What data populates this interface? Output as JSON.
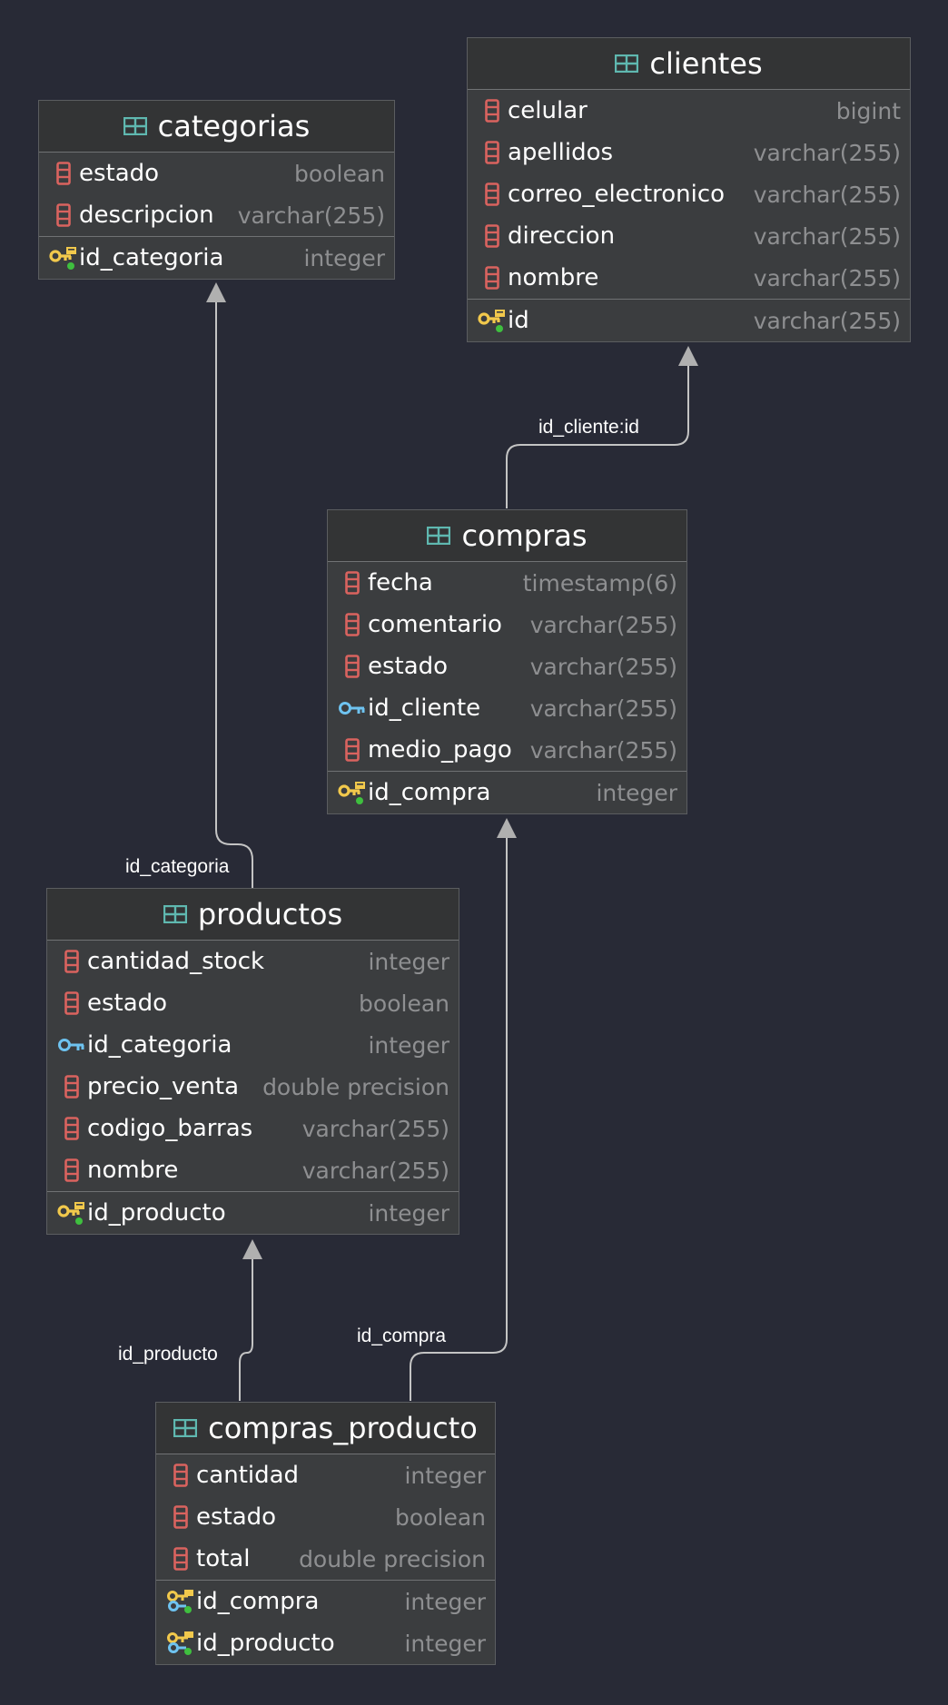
{
  "tables": {
    "categorias": {
      "name": "categorias",
      "columns": [
        {
          "name": "estado",
          "type": "boolean",
          "icon": "column-icon"
        },
        {
          "name": "descripcion",
          "type": "varchar(255)",
          "icon": "column-icon"
        }
      ],
      "keys": [
        {
          "name": "id_categoria",
          "type": "integer",
          "icon": "primary-key-icon"
        }
      ]
    },
    "clientes": {
      "name": "clientes",
      "columns": [
        {
          "name": "celular",
          "type": "bigint",
          "icon": "column-icon"
        },
        {
          "name": "apellidos",
          "type": "varchar(255)",
          "icon": "column-icon"
        },
        {
          "name": "correo_electronico",
          "type": "varchar(255)",
          "icon": "column-icon"
        },
        {
          "name": "direccion",
          "type": "varchar(255)",
          "icon": "column-icon"
        },
        {
          "name": "nombre",
          "type": "varchar(255)",
          "icon": "column-icon"
        }
      ],
      "keys": [
        {
          "name": "id",
          "type": "varchar(255)",
          "icon": "primary-key-icon"
        }
      ]
    },
    "compras": {
      "name": "compras",
      "columns": [
        {
          "name": "fecha",
          "type": "timestamp(6)",
          "icon": "column-icon"
        },
        {
          "name": "comentario",
          "type": "varchar(255)",
          "icon": "column-icon"
        },
        {
          "name": "estado",
          "type": "varchar(255)",
          "icon": "column-icon"
        },
        {
          "name": "id_cliente",
          "type": "varchar(255)",
          "icon": "foreign-key-icon"
        },
        {
          "name": "medio_pago",
          "type": "varchar(255)",
          "icon": "column-icon"
        }
      ],
      "keys": [
        {
          "name": "id_compra",
          "type": "integer",
          "icon": "primary-key-icon"
        }
      ]
    },
    "productos": {
      "name": "productos",
      "columns": [
        {
          "name": "cantidad_stock",
          "type": "integer",
          "icon": "column-icon"
        },
        {
          "name": "estado",
          "type": "boolean",
          "icon": "column-icon"
        },
        {
          "name": "id_categoria",
          "type": "integer",
          "icon": "foreign-key-icon"
        },
        {
          "name": "precio_venta",
          "type": "double precision",
          "icon": "column-icon"
        },
        {
          "name": "codigo_barras",
          "type": "varchar(255)",
          "icon": "column-icon"
        },
        {
          "name": "nombre",
          "type": "varchar(255)",
          "icon": "column-icon"
        }
      ],
      "keys": [
        {
          "name": "id_producto",
          "type": "integer",
          "icon": "primary-key-icon"
        }
      ]
    },
    "compras_producto": {
      "name": "compras_producto",
      "columns": [
        {
          "name": "cantidad",
          "type": "integer",
          "icon": "column-icon"
        },
        {
          "name": "estado",
          "type": "boolean",
          "icon": "column-icon"
        },
        {
          "name": "total",
          "type": "double precision",
          "icon": "column-icon"
        }
      ],
      "keys": [
        {
          "name": "id_compra",
          "type": "integer",
          "icon": "primary-foreign-key-icon"
        },
        {
          "name": "id_producto",
          "type": "integer",
          "icon": "primary-foreign-key-icon"
        }
      ]
    }
  },
  "relations": {
    "compras_clientes": "id_cliente:id",
    "productos_categorias": "id_categoria",
    "cp_productos": "id_producto",
    "cp_compras": "id_compra"
  },
  "colors": {
    "background": "#282a36",
    "table_icon": "#5fb8b0",
    "column_icon": "#d9635f",
    "primary_key": "#f2c94c",
    "foreign_key": "#6ec3f0",
    "line": "#c4c4c4"
  }
}
